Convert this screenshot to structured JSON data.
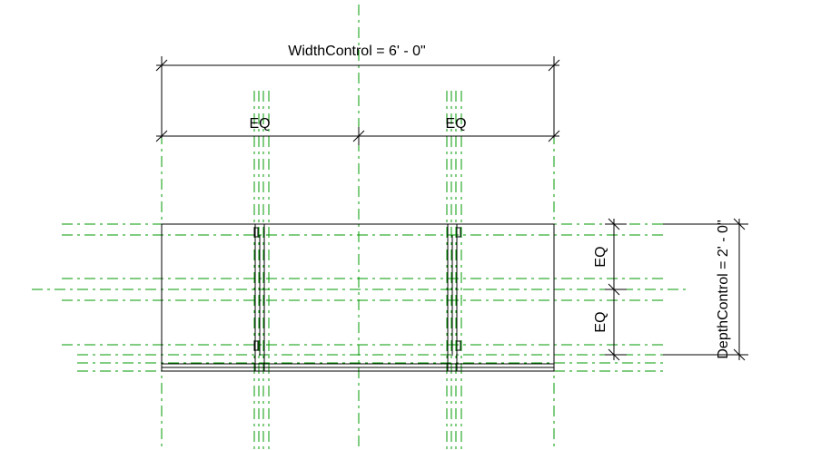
{
  "dimensions": {
    "width_label": "WidthControl = 6' - 0\"",
    "eq_left": "EQ",
    "eq_right": "EQ",
    "depth_label": "DepthControl = 2' - 0\"",
    "eq_top": "EQ",
    "eq_bottom": "EQ"
  },
  "colors": {
    "reference_plane": "#009900",
    "geometry": "#000000",
    "background": "#ffffff"
  }
}
